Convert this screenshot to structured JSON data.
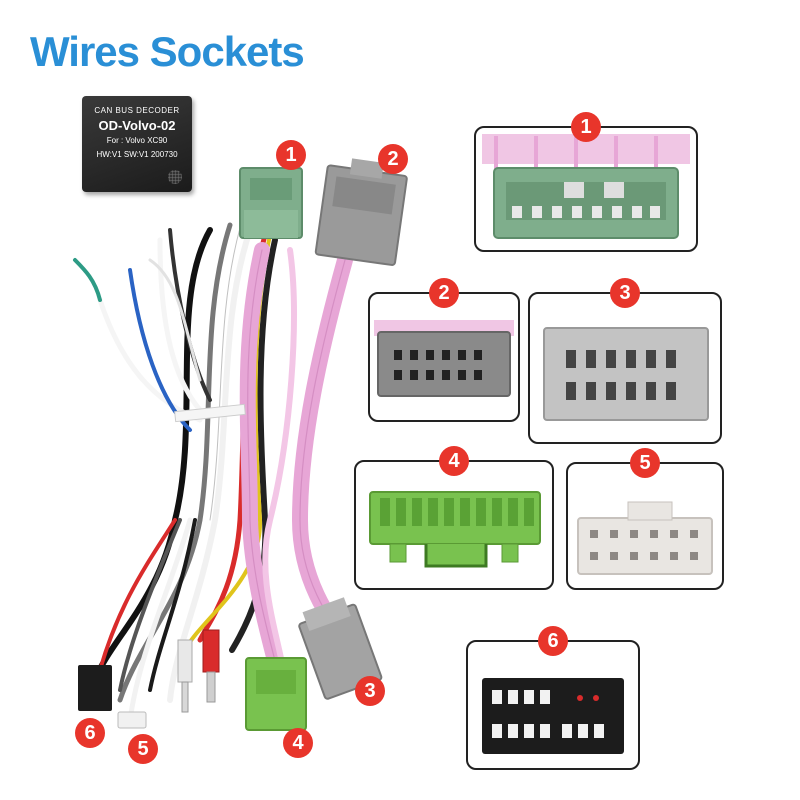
{
  "title": {
    "text": "Wires Sockets",
    "color": "#2a8fd6"
  },
  "decoder": {
    "line1": "CAN BUS DECODER",
    "line2": "OD-Volvo-02",
    "line3": "For : Volvo  XC90",
    "line4": "HW:V1   SW:V1  200730"
  },
  "badges": {
    "b1": "1",
    "b2": "2",
    "b3": "3",
    "b4": "4",
    "b5": "5",
    "b6": "6"
  },
  "panels": {
    "p1": "1",
    "p2": "2",
    "p3": "3",
    "p4": "4",
    "p5": "5",
    "p6": "6"
  },
  "colors": {
    "badge": "#e8352b",
    "green_connector": "#7fae8c",
    "gray_connector": "#9a9a9a",
    "pink_wire": "#e7a6d6",
    "bright_green": "#79c24f",
    "white_connector": "#e9e6e2",
    "black_connector": "#1c1c1c"
  }
}
